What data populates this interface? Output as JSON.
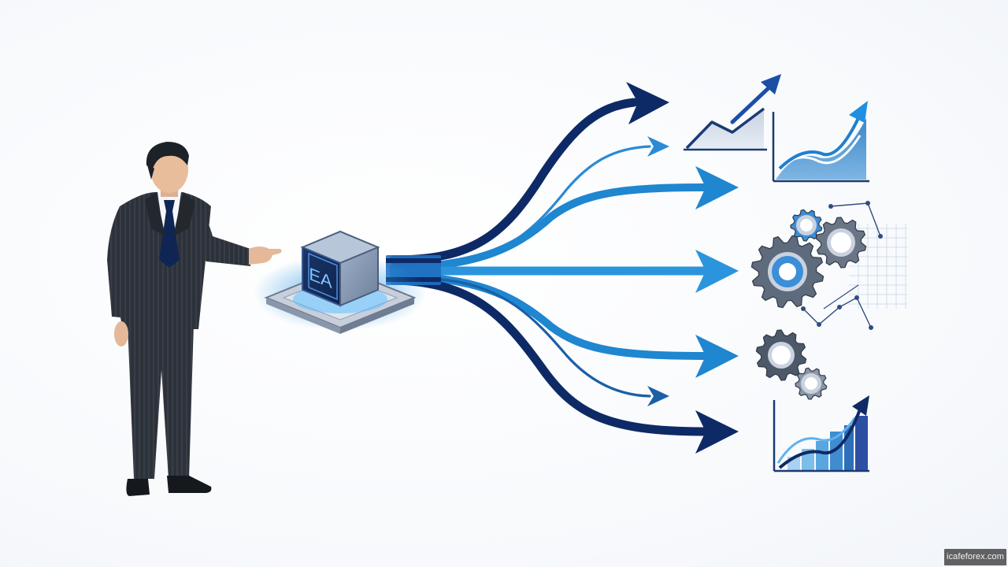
{
  "cube": {
    "label": "EA"
  },
  "watermark": {
    "text": "icafeforex.com"
  },
  "colors": {
    "navy": "#0e2a66",
    "blue": "#1f86d0",
    "light_blue": "#3aa0e6",
    "gear_gray": "#5b6878",
    "gear_light": "#8a96a6",
    "suit": "#2c3038",
    "glow": "#4fb4ff"
  },
  "icons": [
    "businessman-figure",
    "ea-cube-icon",
    "growth-chart-icon",
    "gear-icon",
    "network-grid-icon",
    "bar-chart-icon"
  ]
}
